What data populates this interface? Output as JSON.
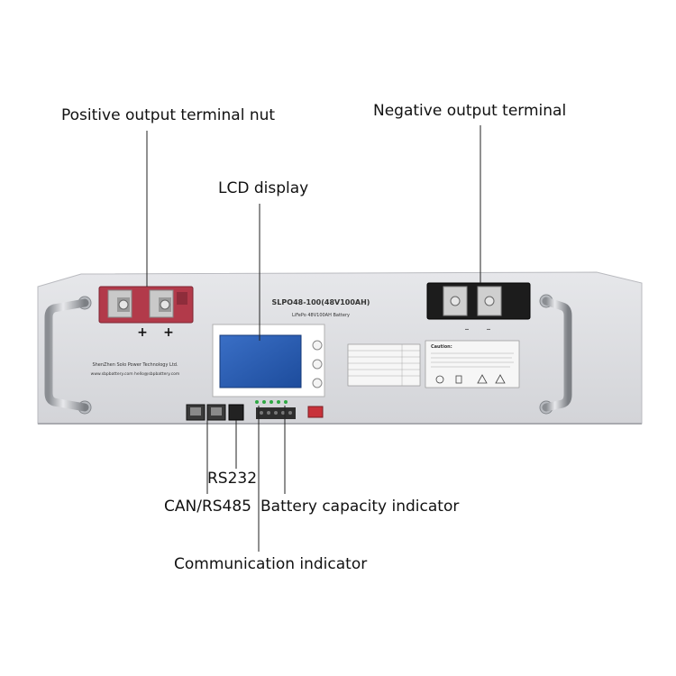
{
  "callouts": {
    "positive": "Positive output terminal nut",
    "negative": "Negative output terminal",
    "lcd": "LCD display",
    "rs232": "RS232",
    "can": "CAN/RS485",
    "battery": "Battery capacity indicator",
    "comm": "Communication indicator"
  },
  "panel": {
    "model": "SLPO48-100(48V100AH)",
    "subtitle": "LiFePo 48V100AH Battery",
    "company": "ShenZhen Solo Power Technology Ltd.",
    "website": "www.sbpbattery.com  hello@sbpbattery.com",
    "plus": "+",
    "minus": "–",
    "caution_title": "Caution:"
  },
  "colors": {
    "panel": "#dedfe2",
    "positive_terminal": "#b23a4a",
    "negative_terminal": "#1c1c1c",
    "lcd_screen": "#2c5fb4",
    "indicator_green": "#2ea843",
    "dip_switch": "#c8323a"
  }
}
